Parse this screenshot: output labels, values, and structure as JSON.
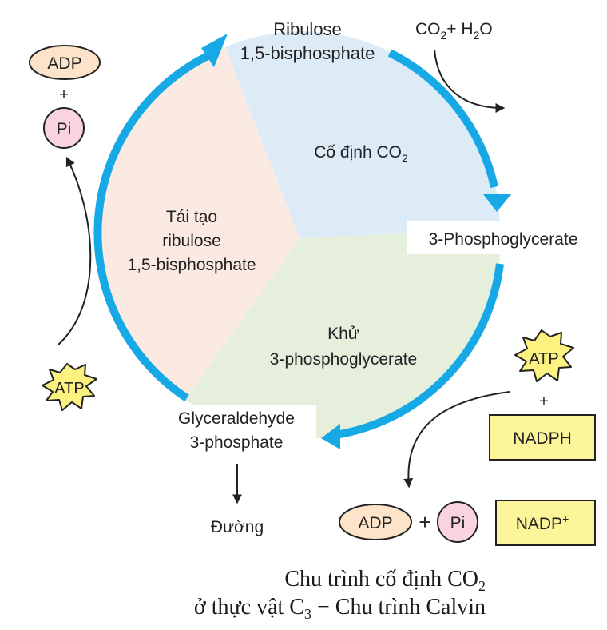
{
  "phases": {
    "fixation": {
      "line1_prefix": "Cố định CO",
      "line1_sub": "2"
    },
    "regeneration": {
      "line1": "Tái tạo",
      "line2": "ribulose",
      "line3": "1,5-bisphosphate"
    },
    "reduction": {
      "line1": "Khử",
      "line2": "3-phosphoglycerate"
    }
  },
  "compounds": {
    "rubp": {
      "line1": "Ribulose",
      "line2": "1,5-bisphosphate"
    },
    "pga": "3-Phosphoglycerate",
    "g3p": {
      "line1": "Glyceraldehyde",
      "line2": "3-phosphate"
    },
    "sugar": "Đường"
  },
  "inputs": {
    "co2_water": {
      "co": "CO",
      "co_sub": "2",
      "plus": "+ H",
      "h_sub": "2",
      "o": "O"
    }
  },
  "energy": {
    "adp": "ADP",
    "pi": "Pi",
    "atp": "ATP",
    "nadph": "NADPH",
    "nadp": "NADP",
    "nadp_sup": "+",
    "plus": "+"
  },
  "caption": {
    "line1_prefix": "Chu trình cố định CO",
    "line1_sub": "2",
    "line2_prefix": "ở thực vật C",
    "line2_sub": "3",
    "line2_suffix": " − Chu trình Calvin"
  },
  "colors": {
    "cycle_arrow": "#17A9E6",
    "fixation_fill": "#DDEBF7",
    "regeneration_fill": "#FBEAE2",
    "reduction_fill": "#E5EFDC",
    "adp_fill": "#FCE3C9",
    "pi_fill": "#FAD3E3",
    "atp_fill": "#FDF27F",
    "nadp_fill": "#FCF59A"
  }
}
